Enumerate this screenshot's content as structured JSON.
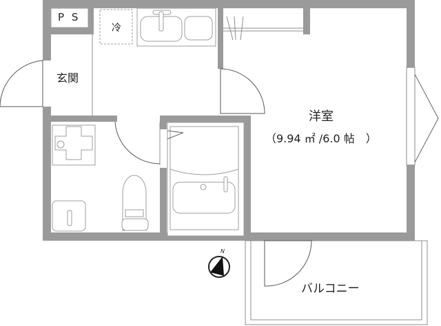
{
  "rooms": {
    "ps": {
      "label": "P S"
    },
    "fridge": {
      "label": "冷"
    },
    "entrance": {
      "label": "玄関"
    },
    "western_room": {
      "label": "洋室",
      "area": "（9.94 ㎡ /6.0 帖　）"
    },
    "balcony": {
      "label": "バルコニー"
    }
  },
  "compass": {
    "label": "N"
  },
  "colors": {
    "wall": "#9a9a9a",
    "line": "#8c8c8c",
    "text": "#222222"
  }
}
